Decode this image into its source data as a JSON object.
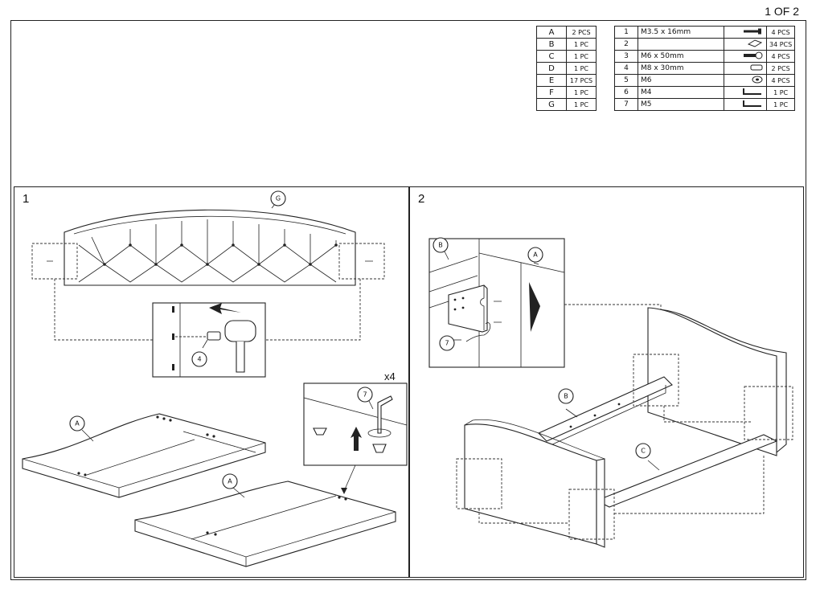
{
  "page_number": "1 OF 2",
  "parts": [
    {
      "letter": "A",
      "qty": "2 PCS"
    },
    {
      "letter": "B",
      "qty": "1 PC"
    },
    {
      "letter": "C",
      "qty": "1 PC"
    },
    {
      "letter": "D",
      "qty": "1 PC"
    },
    {
      "letter": "E",
      "qty": "17 PCS"
    },
    {
      "letter": "F",
      "qty": "1 PC"
    },
    {
      "letter": "G",
      "qty": "1 PC"
    }
  ],
  "hardware": [
    {
      "num": "1",
      "spec": "M3.5 x 16mm",
      "icon": "screw-icon",
      "qty": "4 PCS"
    },
    {
      "num": "2",
      "spec": "",
      "icon": "bracket-plate-icon",
      "qty": "34 PCS"
    },
    {
      "num": "3",
      "spec": "M6 x 50mm",
      "icon": "bolt-icon",
      "qty": "4 PCS"
    },
    {
      "num": "4",
      "spec": "M8 x 30mm",
      "icon": "dowel-icon",
      "qty": "2 PCS"
    },
    {
      "num": "5",
      "spec": "M6",
      "icon": "washer-icon",
      "qty": "4 PCS"
    },
    {
      "num": "6",
      "spec": "M4",
      "icon": "allen-key-icon",
      "qty": "1 PC"
    },
    {
      "num": "7",
      "spec": "M5",
      "icon": "allen-key-icon",
      "qty": "1 PC"
    }
  ],
  "steps": [
    {
      "number": "1",
      "callouts": {
        "headboard": "G",
        "panel_top": "A",
        "panel_bottom": "A",
        "dowel": "4",
        "key": "7"
      },
      "multiplier": "x4"
    },
    {
      "number": "2",
      "callouts": {
        "rail_detail": "B",
        "end_detail": "A",
        "key": "7",
        "side_rail": "B",
        "back_rail": "C"
      }
    }
  ]
}
